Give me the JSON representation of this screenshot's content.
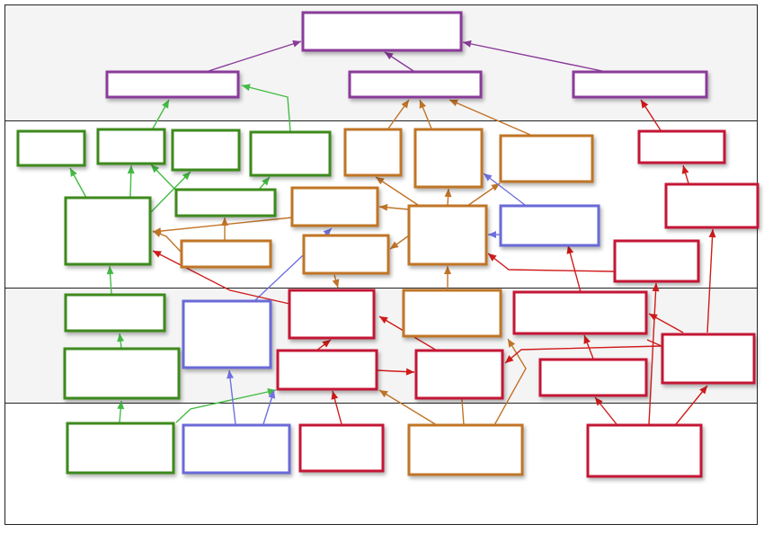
{
  "colors": {
    "purple": "#8a3a9a",
    "green": "#3e8a1e",
    "orange": "#c07428",
    "blue": "#6a6ad8",
    "red": "#c41634",
    "edge_purple": "#8a3a9a",
    "edge_green": "#44bb44",
    "edge_orange": "#c07428",
    "edge_blue": "#7070e0",
    "edge_red": "#d01a1a",
    "band_shade": "#f4f4f4",
    "frame": "#222222"
  },
  "bands": [
    "top-shaded",
    "upper-white",
    "middle-shaded",
    "bottom-white"
  ],
  "nodes": [
    {
      "id": "p1",
      "group": "purple",
      "label": ""
    },
    {
      "id": "p2",
      "group": "purple",
      "label": ""
    },
    {
      "id": "p3",
      "group": "purple",
      "label": ""
    },
    {
      "id": "p4",
      "group": "purple",
      "label": ""
    },
    {
      "id": "g1",
      "group": "green",
      "label": ""
    },
    {
      "id": "g2",
      "group": "green",
      "label": ""
    },
    {
      "id": "g3",
      "group": "green",
      "label": ""
    },
    {
      "id": "g4",
      "group": "green",
      "label": ""
    },
    {
      "id": "g5",
      "group": "green",
      "label": ""
    },
    {
      "id": "g6",
      "group": "green",
      "label": ""
    },
    {
      "id": "g7",
      "group": "green",
      "label": ""
    },
    {
      "id": "g8",
      "group": "green",
      "label": ""
    },
    {
      "id": "g9",
      "group": "green",
      "label": ""
    },
    {
      "id": "o1",
      "group": "orange",
      "label": ""
    },
    {
      "id": "o2",
      "group": "orange",
      "label": ""
    },
    {
      "id": "o3",
      "group": "orange",
      "label": ""
    },
    {
      "id": "o4",
      "group": "orange",
      "label": ""
    },
    {
      "id": "o5",
      "group": "orange",
      "label": ""
    },
    {
      "id": "o6",
      "group": "orange",
      "label": ""
    },
    {
      "id": "o7",
      "group": "orange",
      "label": ""
    },
    {
      "id": "o8",
      "group": "orange",
      "label": ""
    },
    {
      "id": "o9",
      "group": "orange",
      "label": ""
    },
    {
      "id": "b1",
      "group": "blue",
      "label": ""
    },
    {
      "id": "b2",
      "group": "blue",
      "label": ""
    },
    {
      "id": "b3",
      "group": "blue",
      "label": ""
    },
    {
      "id": "r1",
      "group": "red",
      "label": ""
    },
    {
      "id": "r2",
      "group": "red",
      "label": ""
    },
    {
      "id": "r3",
      "group": "red",
      "label": ""
    },
    {
      "id": "r4",
      "group": "red",
      "label": ""
    },
    {
      "id": "r5",
      "group": "red",
      "label": ""
    },
    {
      "id": "r6",
      "group": "red",
      "label": ""
    },
    {
      "id": "r7",
      "group": "red",
      "label": ""
    },
    {
      "id": "r8",
      "group": "red",
      "label": ""
    },
    {
      "id": "r9",
      "group": "red",
      "label": ""
    },
    {
      "id": "r10",
      "group": "red",
      "label": ""
    }
  ],
  "edges": [
    {
      "from": "p2",
      "to": "p1",
      "color": "purple"
    },
    {
      "from": "p3",
      "to": "p1",
      "color": "purple"
    },
    {
      "from": "p4",
      "to": "p1",
      "color": "purple"
    },
    {
      "from": "g2",
      "to": "p2",
      "color": "green"
    },
    {
      "from": "g4",
      "to": "p2",
      "color": "green"
    },
    {
      "from": "o1",
      "to": "p3",
      "color": "orange"
    },
    {
      "from": "o2",
      "to": "p3",
      "color": "orange"
    },
    {
      "from": "o3",
      "to": "p3",
      "color": "orange"
    },
    {
      "from": "r1",
      "to": "p4",
      "color": "red"
    },
    {
      "from": "g6",
      "to": "g1",
      "color": "green"
    },
    {
      "from": "g6",
      "to": "g2",
      "color": "green"
    },
    {
      "from": "g5",
      "to": "g2",
      "color": "green"
    },
    {
      "from": "g6",
      "to": "g3",
      "color": "green"
    },
    {
      "from": "g5",
      "to": "g4",
      "color": "green"
    },
    {
      "from": "g7",
      "to": "g6",
      "color": "green"
    },
    {
      "from": "g8",
      "to": "g7",
      "color": "green"
    },
    {
      "from": "g9",
      "to": "g8",
      "color": "green"
    },
    {
      "from": "b2",
      "to": "g9",
      "color": "green"
    },
    {
      "from": "o4",
      "to": "g6",
      "color": "orange"
    },
    {
      "from": "o5",
      "to": "g6",
      "color": "orange"
    },
    {
      "from": "o5",
      "to": "g5",
      "color": "orange"
    },
    {
      "from": "o6",
      "to": "o4",
      "color": "orange"
    },
    {
      "from": "o6",
      "to": "o1",
      "color": "orange"
    },
    {
      "from": "o6",
      "to": "o2",
      "color": "orange"
    },
    {
      "from": "o6",
      "to": "o3",
      "color": "orange"
    },
    {
      "from": "o6",
      "to": "o7",
      "color": "orange"
    },
    {
      "from": "o8",
      "to": "o6",
      "color": "orange"
    },
    {
      "from": "o9",
      "to": "o8",
      "color": "orange"
    },
    {
      "from": "o9",
      "to": "r5",
      "color": "orange"
    },
    {
      "from": "o7",
      "to": "r4",
      "color": "orange"
    },
    {
      "from": "b1",
      "to": "o3",
      "color": "blue"
    },
    {
      "from": "b3",
      "to": "b1",
      "color": "blue"
    },
    {
      "from": "b2",
      "to": "b3",
      "color": "blue"
    },
    {
      "from": "b2",
      "to": "r5",
      "color": "blue"
    },
    {
      "from": "b3",
      "to": "o7",
      "color": "blue"
    },
    {
      "from": "r2",
      "to": "r1",
      "color": "red"
    },
    {
      "from": "r8",
      "to": "r2",
      "color": "red"
    },
    {
      "from": "r3",
      "to": "b1",
      "color": "red"
    },
    {
      "from": "r6",
      "to": "r3",
      "color": "red"
    },
    {
      "from": "r4",
      "to": "g6",
      "color": "red"
    },
    {
      "from": "r5",
      "to": "r4",
      "color": "red"
    },
    {
      "from": "r5",
      "to": "r7",
      "color": "red"
    },
    {
      "from": "r7",
      "to": "r4",
      "color": "red"
    },
    {
      "from": "r8",
      "to": "r7",
      "color": "red"
    },
    {
      "from": "r9",
      "to": "r6",
      "color": "red"
    },
    {
      "from": "r10",
      "to": "r5",
      "color": "red"
    },
    {
      "from": "r10",
      "to": "r8",
      "color": "red"
    },
    {
      "from": "r10",
      "to": "r9",
      "color": "red"
    }
  ]
}
